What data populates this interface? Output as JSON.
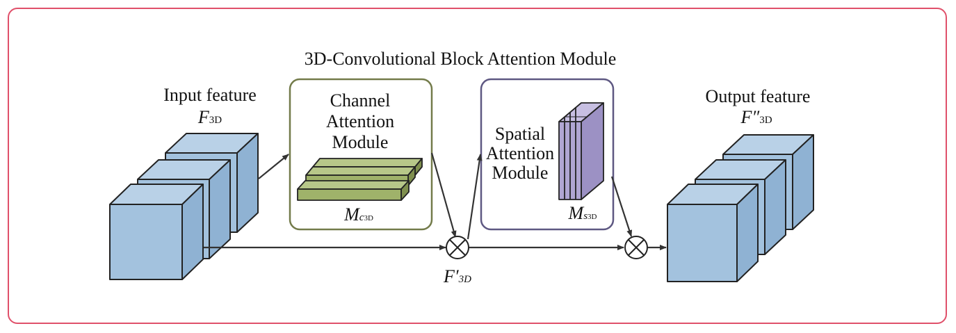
{
  "title": "3D-Convolutional Block Attention Module",
  "input": {
    "label": "Input feature",
    "symbol": "F",
    "subscript": "3D"
  },
  "output": {
    "label": "Output feature",
    "symbol": "F″",
    "subscript": "3D"
  },
  "channel_module": {
    "line1": "Channel",
    "line2": "Attention",
    "line3": "Module",
    "symbol": "M",
    "symbol_sub": "c",
    "symbol_subsub": "3D"
  },
  "spatial_module": {
    "line1": "Spatial",
    "line2": "Attention",
    "line3": "Module",
    "symbol": "M",
    "symbol_sub": "s",
    "symbol_subsub": "3D"
  },
  "intermediate": {
    "symbol": "F′",
    "subscript": "3D"
  },
  "operators": {
    "multiply_symbol": "⊗"
  },
  "colors": {
    "frame": "#e0506a",
    "cube_fill": "#a3c2de",
    "channel_border": "#737b4a",
    "channel_bar": "#9fb26a",
    "spatial_border": "#5e5882",
    "spatial_slab": "#b0a6d3"
  }
}
